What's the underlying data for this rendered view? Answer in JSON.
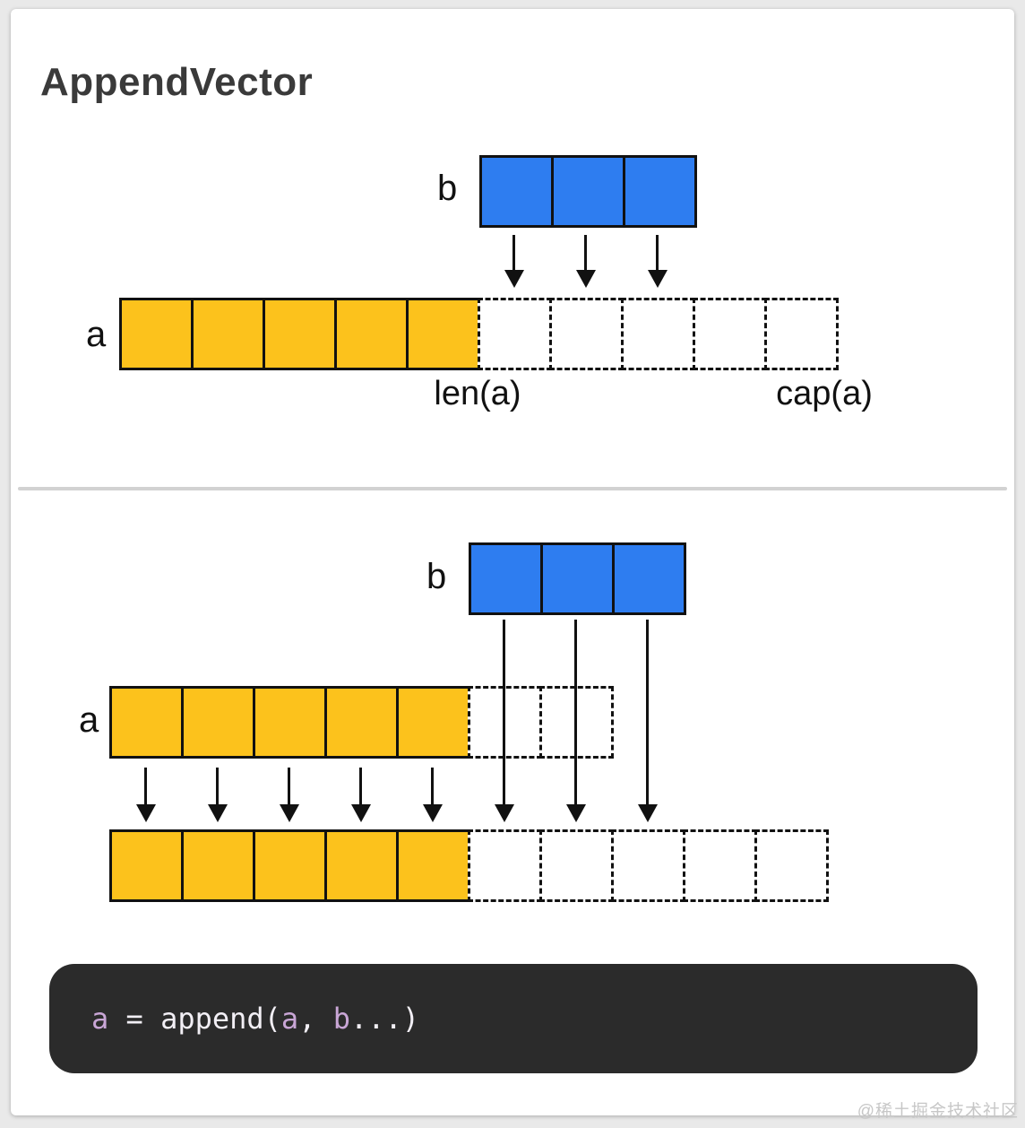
{
  "page": {
    "title": "AppendVector",
    "watermark": "@稀土掘金技术社区"
  },
  "colors": {
    "blue": "#2e7df0",
    "yellow": "#fcc21c",
    "codeBg": "#2b2b2b",
    "codeVar": "#c9a6d6",
    "codePlain": "#f2eff5"
  },
  "diagram_before": {
    "b_label": "b",
    "a_label": "a",
    "len_label": "len(a)",
    "cap_label": "cap(a)",
    "b_cells": 3,
    "a_filled_cells": 5,
    "a_empty_cells": 5
  },
  "diagram_after": {
    "b_label": "b",
    "a_label": "a",
    "b_cells": 3,
    "a_filled_cells": 5,
    "a_empty_cells": 2,
    "result_filled_cells": 5,
    "result_empty_cells": 5
  },
  "code": {
    "full": "a = append(a, b...)",
    "tokens": [
      {
        "text": "a",
        "type": "var"
      },
      {
        "text": " = ",
        "type": "plain"
      },
      {
        "text": "append(",
        "type": "plain"
      },
      {
        "text": "a",
        "type": "var"
      },
      {
        "text": ", ",
        "type": "plain"
      },
      {
        "text": "b",
        "type": "var"
      },
      {
        "text": "...)",
        "type": "plain"
      }
    ]
  }
}
